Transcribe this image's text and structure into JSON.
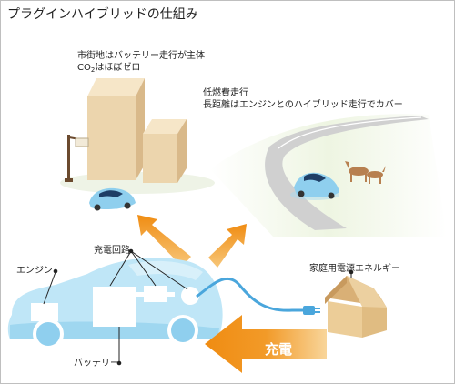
{
  "title": "プラグインハイブリッドの仕組み",
  "city": {
    "line1": "市街地はバッテリー走行が主体",
    "co2_prefix": "CO",
    "co2_sub": "2",
    "co2_suffix": "はほぼゼロ"
  },
  "highway": {
    "line1": "低燃費走行",
    "line2": "長距離はエンジンとのハイブリッド走行でカバー"
  },
  "labels": {
    "charging_circuit": "充電回路",
    "engine": "エンジン",
    "battery": "バッテリー",
    "home_power": "家庭用電源エネルギー",
    "charge": "充電"
  },
  "colors": {
    "car_light": "#bfe6f7",
    "car_mid": "#8fcfee",
    "building": "#ecd5ad",
    "arrow_orange": "#f08c12",
    "house": "#e8c994",
    "road": "#c9c9c9",
    "grass": "#eaf3dd"
  }
}
